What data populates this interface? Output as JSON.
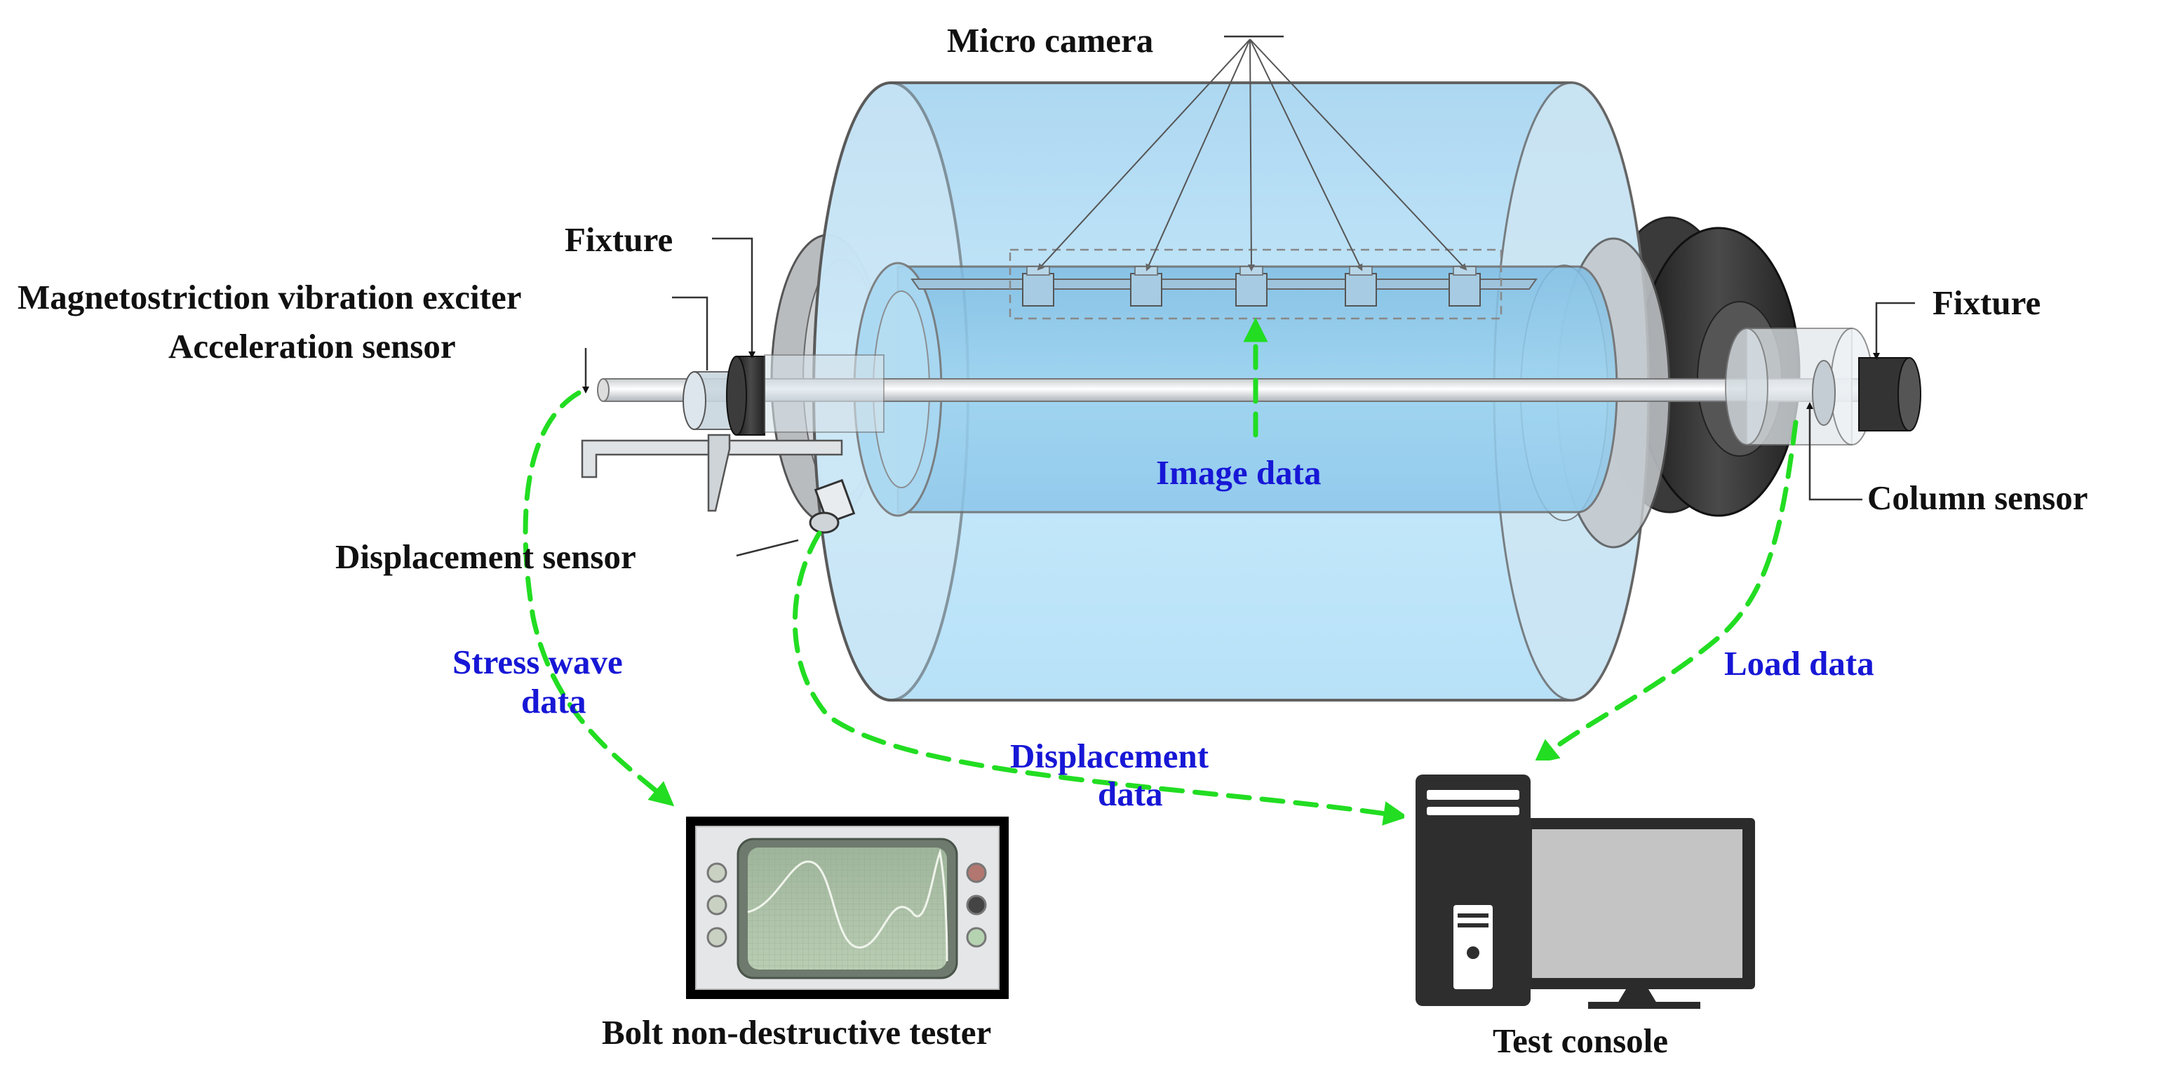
{
  "labels": {
    "micro_camera": "Micro camera",
    "fixture_left": "Fixture",
    "magnetostriction_exciter": "Magnetostriction vibration exciter",
    "acceleration_sensor": "Acceleration sensor",
    "displacement_sensor": "Displacement sensor",
    "fixture_right": "Fixture",
    "column_sensor": "Column sensor",
    "bolt_tester": "Bolt non-destructive tester",
    "test_console": "Test console"
  },
  "flows": {
    "image_data": "Image data",
    "stress_wave_line1": "Stress wave",
    "stress_wave_line2": "data",
    "displacement_line1": "Displacement",
    "displacement_line2": "data",
    "load_data": "Load data"
  },
  "colors": {
    "label_text": "#111111",
    "flow_text": "#1717d6",
    "flow_arrow": "#22dd22",
    "chamber_fill": "#bfe6fb",
    "inner_tube": "#8ec9ea",
    "end_cap_dark": "#333333",
    "screen_green": "#a8bea2"
  },
  "icons": [
    "cylinder-chamber",
    "camera-box",
    "oscilloscope-icon",
    "desktop-computer-icon"
  ]
}
